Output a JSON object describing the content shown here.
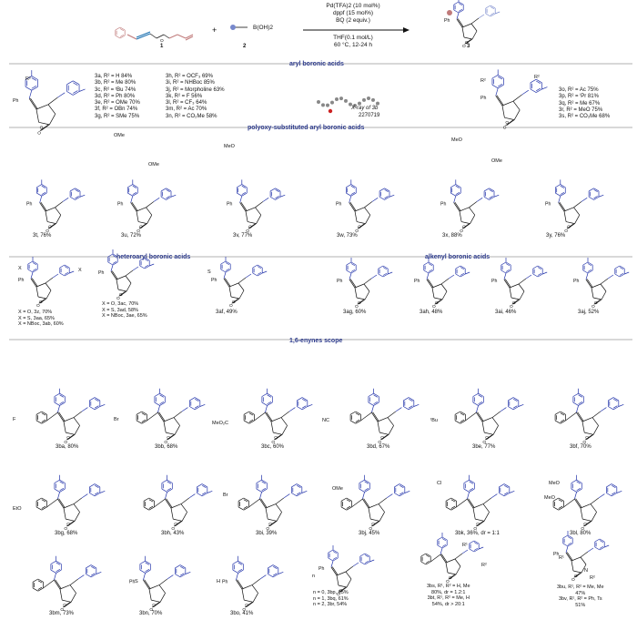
{
  "scheme": {
    "compound1_label": "1",
    "compound2_label": "2",
    "compound3_label": "3",
    "reagent2_formula": "B(OH)2",
    "plus": "+",
    "conditions_line1": "Pd(TFA)2 (10 mol%)",
    "conditions_line2": "dppf (15 mol%)",
    "conditions_line3": "BQ (2 equiv.)",
    "conditions_line4": "THF(0.1 mol/L)",
    "conditions_line5": "60 °C, 12-24 h"
  },
  "section_headers": {
    "aryl": "aryl boronic acids",
    "polyoxy": "polyoxy-substituted  aryl boronic acids",
    "heteroaryl": "heteroaryl boronic acids",
    "alkenyl": "alkenyl boronic acids",
    "enynes": "1,6-enynes scope"
  },
  "aryl_col1": [
    "3a, R² = H     84%",
    "3b, R² = Me    80%",
    "3c, R² = ᵗBu  74%",
    "3d, R² = Ph    80%",
    "3e, R² = OMe  70%",
    "3f, R² = OBn  74%",
    "3g, R² = SMe  75%"
  ],
  "aryl_col2": [
    "3h, R² = OCF₃           69%",
    "3i, R² = NHBoc          85%",
    "3j, R² = Morpholine   63%",
    "3k, R² = F                 56%",
    "3l, R² = CF₃              64%",
    "3m, R² = Ac              70%",
    "3n, R² = CO₂Me        58%"
  ],
  "aryl_col3": [
    "3o, R² = Ac       75%",
    "3p, R² = ⁱPr      81%",
    "3q, R² = Me      67%",
    "3r, R² = MeO   75%",
    "3s, R² = CO₂Me  68%"
  ],
  "xray": {
    "line1": "X-ray of 3b",
    "line2": "2270719"
  },
  "poly_labels": [
    "3t, 76%",
    "3u, 72%",
    "3v, 77%",
    "3w, 73%",
    "3x, 88%",
    "3y, 76%"
  ],
  "hetero_a": [
    "X = O, 3z, 70%",
    "X = S, 3aa, 65%",
    "X = NBoc, 3ab, 60%"
  ],
  "hetero_b": [
    "X = O, 3ac, 70%",
    "X = S, 3ad, 58%",
    "X = NBoc, 3ae, 65%"
  ],
  "hetero_c": "3af, 49%",
  "alkenyl_labels": [
    "3ag, 60%",
    "3ah, 48%",
    "3ai, 46%",
    "3aj, 52%"
  ],
  "enyne_row1": [
    "3ba, 80%",
    "3bb, 68%",
    "3bc, 60%",
    "3bd, 67%",
    "3be, 77%",
    "3bf, 70%"
  ],
  "enyne_row2": [
    "3bg, 68%",
    "3bh, 43%",
    "3bi, 39%",
    "3bj, 45%",
    "3bk, 36%, dr = 1:1",
    "3bl, 80%"
  ],
  "enyne_row3": [
    "3bm, 73%",
    "3bn, 70%",
    "3bo, 41%"
  ],
  "n_series": [
    "n = 0, 3bp, 65%",
    "n = 1, 3bq, 61%",
    "n = 2, 3br, 54%"
  ],
  "bs_bt": [
    "3bs, R¹, R² = H, Me",
    "80%, dr = 1.2:1",
    "3bt, R¹, R² = Me, H",
    "54%, dr > 20:1"
  ],
  "bu_bv": [
    "3bu, R¹, R² = Me, Me",
    "47%",
    "3bv, R¹, R² = Ph, Ts",
    "51%"
  ],
  "atom_labels": {
    "ph": "Ph",
    "o": "O",
    "r2": "R²",
    "r1": "R¹",
    "br": "Br",
    "f": "F",
    "nc": "NC",
    "meo2c": "MeO₂C",
    "tbu": "ᵗBu",
    "eto": "EtO",
    "ome": "OMe",
    "meo": "MeO",
    "cl": "Cl",
    "s": "S",
    "x": "X",
    "h": "H",
    "n": "N",
    "nn": "n"
  },
  "colors": {
    "bond": "#111111",
    "aryl": "#2233aa",
    "enyne": "#c07a7a",
    "alkyne": "#1a6fb0",
    "header": "#2c3a8c",
    "rule": "#666666"
  }
}
